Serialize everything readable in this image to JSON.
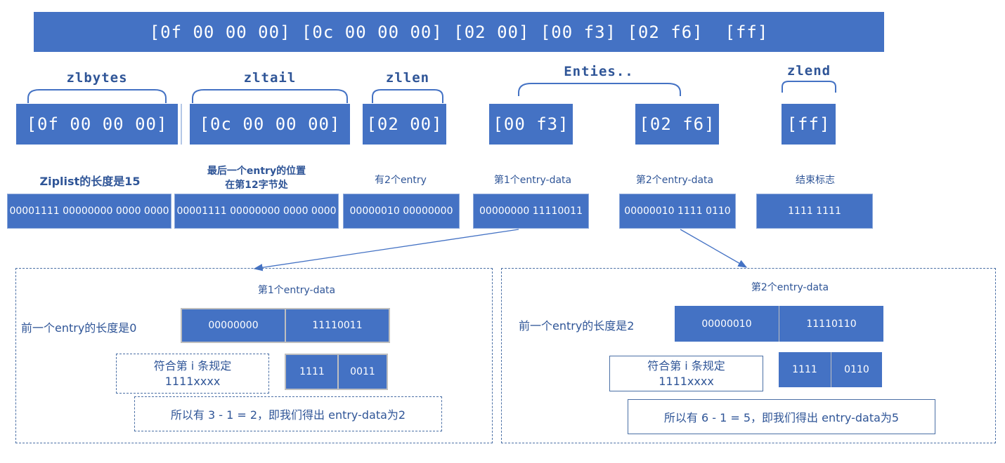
{
  "top_bar": {
    "text": "[0f 00 00 00] [0c 00 00 00] [02 00] [00 f3] [02 f6]  [ff]"
  },
  "groups": {
    "zlbytes": "zlbytes",
    "zltail": "zltail",
    "zllen": "zllen",
    "enties": "Enties..",
    "zlend": "zlend"
  },
  "hex_boxes": {
    "zlbytes": "[0f 00 00 00]",
    "zltail": "[0c 00 00 00]",
    "zllen": "[02 00]",
    "entry1": "[00 f3]",
    "entry2": "[02 f6]",
    "zlend": "[ff]"
  },
  "descriptions": {
    "zlbytes": "Ziplist的长度是15",
    "zltail_line1": "最后一个entry的位置",
    "zltail_line2": "在第12字节处",
    "zllen": "有2个entry",
    "entry1": "第1个entry-data",
    "entry2": "第2个entry-data",
    "zlend": "结束标志"
  },
  "binary_boxes": {
    "zlbytes": "00001111 00000000 0000 0000",
    "zltail": "00001111 00000000 0000 0000",
    "zllen": "00000010 00000000",
    "entry1": "00000000 11110011",
    "entry2": "00000010 1111 0110",
    "zlend": "1111 1111"
  },
  "detail_left": {
    "title": "第1个entry-data",
    "prev_len_label": "前一个entry的长度是0",
    "byte1": "00000000",
    "byte2": "11110011",
    "rule_line1": "符合第 i 条规定",
    "rule_line2": "1111xxxx",
    "nib1": "1111",
    "nib2": "0011",
    "conclusion": "所以有 3 - 1 = 2，即我们得出 entry-data为2"
  },
  "detail_right": {
    "title": "第2个entry-data",
    "prev_len_label": "前一个entry的长度是2",
    "byte1": "00000010",
    "byte2": "11110110",
    "rule_line1": "符合第 i 条规定",
    "rule_line2": "1111xxxx",
    "nib1": "1111",
    "nib2": "0110",
    "conclusion": "所以有 6 - 1 = 5，即我们得出 entry-data为5"
  },
  "colors": {
    "box_fill": "#4472c4",
    "text_blue": "#2f5597",
    "frame": "#4a6fa5"
  }
}
